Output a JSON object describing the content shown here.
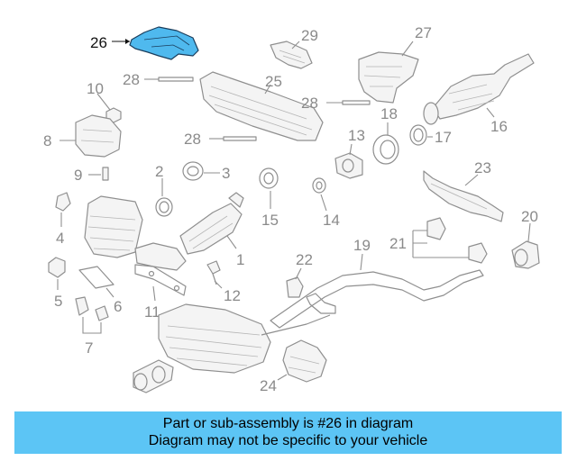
{
  "highlight_color": "#4fb9ee",
  "banner_color": "#5cc5f5",
  "callouts": {
    "c1": "1",
    "c2": "2",
    "c3": "3",
    "c4": "4",
    "c5": "5",
    "c6": "6",
    "c7": "7",
    "c8": "8",
    "c9": "9",
    "c10": "10",
    "c11": "11",
    "c12": "12",
    "c13": "13",
    "c14": "14",
    "c15": "15",
    "c16": "16",
    "c17": "17",
    "c18": "18",
    "c19": "19",
    "c20": "20",
    "c21": "21",
    "c22": "22",
    "c23": "23",
    "c24": "24",
    "c25": "25",
    "c26": "26",
    "c27": "27",
    "c28a": "28",
    "c28b": "28",
    "c28c": "28",
    "c29": "29"
  },
  "banner": {
    "line1": "Part or sub-assembly is #26 in diagram",
    "line2": "Diagram may not be specific to your vehicle"
  }
}
